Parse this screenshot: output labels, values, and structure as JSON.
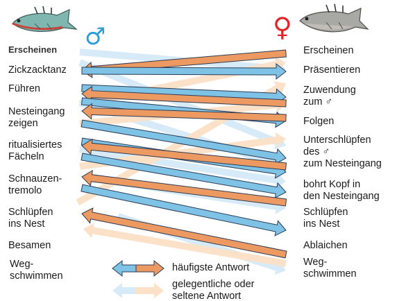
{
  "colors": {
    "blue_main": "#7ec3e6",
    "orange_main": "#ec9a62",
    "blue_faint": "#d6ebf7",
    "orange_faint": "#fbe1c8",
    "male_symbol": "#2f9ed8",
    "female_symbol": "#e0262a",
    "stroke": "#2b3a55"
  },
  "symbols": {
    "male": "♂",
    "female": "♀"
  },
  "male_behaviors": [
    {
      "lines": [
        "Erscheinen"
      ]
    },
    {
      "lines": [
        "Zickzacktanz"
      ]
    },
    {
      "lines": [
        "Führen"
      ]
    },
    {
      "lines": [
        "Nesteingang",
        "zeigen"
      ]
    },
    {
      "lines": [
        "ritualisiertes",
        "Fächeln"
      ]
    },
    {
      "lines": [
        "Schnauzen-",
        "tremolo"
      ]
    },
    {
      "lines": [
        "Schlüpfen",
        "ins Nest"
      ]
    },
    {
      "lines": [
        "Besamen"
      ]
    },
    {
      "lines": [
        "Weg-",
        "schwimmen"
      ]
    }
  ],
  "female_behaviors": [
    {
      "lines": [
        "Erscheinen"
      ]
    },
    {
      "lines": [
        "Präsentieren"
      ]
    },
    {
      "lines": [
        "Zuwendung",
        "zum ♂"
      ]
    },
    {
      "lines": [
        "Folgen"
      ]
    },
    {
      "lines": [
        "Unterschlüpfen",
        "des ♂",
        "zum Nesteingang"
      ]
    },
    {
      "lines": [
        "bohrt Kopf in",
        "den Nesteingang"
      ]
    },
    {
      "lines": [
        "Schlüpfen",
        "ins Nest"
      ]
    },
    {
      "lines": [
        "Ablaichen"
      ]
    },
    {
      "lines": [
        "Weg-",
        "schwimmen"
      ]
    }
  ],
  "legend": {
    "frequent": "häufigste Antwort",
    "occasional_line1": "gelegentliche oder",
    "occasional_line2": "seltene Antwort"
  }
}
